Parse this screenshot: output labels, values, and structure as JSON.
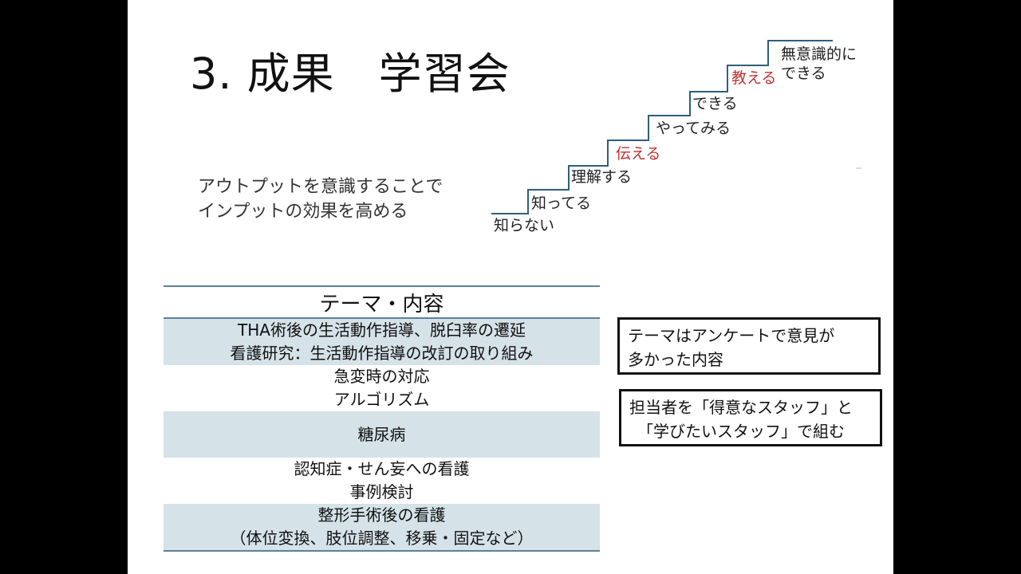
{
  "slide": {
    "title": "3. 成果　学習会",
    "subtitle_lines": [
      "アウトプットを意識することで",
      "インプットの効果を高める"
    ]
  },
  "stairs": {
    "steps": [
      {
        "label": "知らない",
        "highlight": false
      },
      {
        "label": "知ってる",
        "highlight": false
      },
      {
        "label": "理解する",
        "highlight": false
      },
      {
        "label": "伝える",
        "highlight": true
      },
      {
        "label": "やってみる",
        "highlight": false
      },
      {
        "label": "できる",
        "highlight": false
      },
      {
        "label": "教える",
        "highlight": true
      }
    ],
    "top_step_lines": [
      "無意識的に",
      "できる"
    ],
    "highlight_color": "#c0322f",
    "line_color": "#2f5f7a"
  },
  "table": {
    "header": "テーマ・内容",
    "rows": [
      {
        "lines": [
          "THA術後の生活動作指導、脱臼率の遷延",
          "看護研究：生活動作指導の改訂の取り組み"
        ],
        "shaded": true
      },
      {
        "lines": [
          "急変時の対応",
          "アルゴリズム"
        ],
        "shaded": false
      },
      {
        "lines": [
          "糖尿病"
        ],
        "shaded": true
      },
      {
        "lines": [
          "認知症・せん妄への看護",
          "事例検討"
        ],
        "shaded": false
      },
      {
        "lines": [
          "整形手術後の看護",
          "（体位変換、肢位調整、移乗・固定など）"
        ],
        "shaded": true
      }
    ],
    "shade_color": "#d5e2e8",
    "rule_color": "#5e8193"
  },
  "notes": [
    {
      "lines": [
        "テーマはアンケートで意見が",
        "多かった内容"
      ]
    },
    {
      "lines": [
        "担当者を「得意なスタッフ」と",
        "　「学びたいスタッフ」で組む"
      ]
    }
  ]
}
